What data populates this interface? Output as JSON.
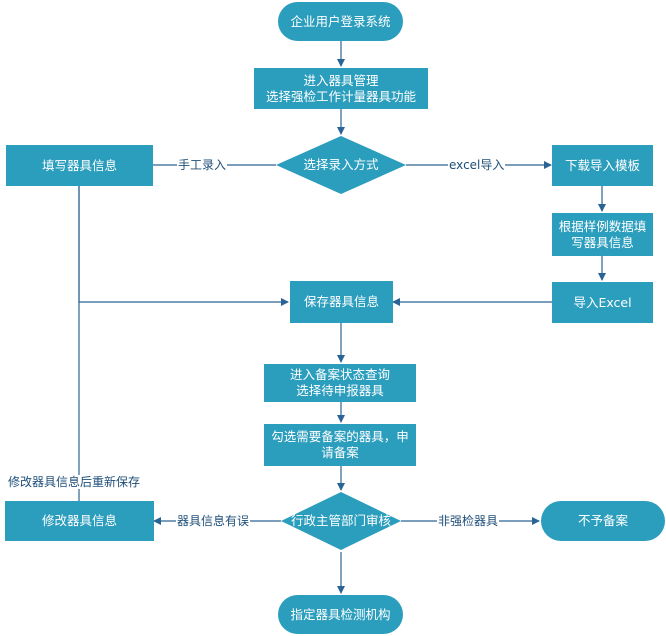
{
  "nodes": {
    "login": "企业用户登录系统",
    "enter": "进入器具管理\n选择强检工作计量器具功能",
    "choose": "选择录入方式",
    "manual_fill": "填写器具信息",
    "download": "下载导入模板",
    "fill_sample": "根据样例数据填\n写器具信息",
    "import_excel": "导入Excel",
    "save": "保存器具信息",
    "query": "进入备案状态查询\n选择待申报器具",
    "apply": "勾选需要备案的器具，申\n请备案",
    "review": "行政主管部门审核",
    "modify": "修改器具信息",
    "reject": "不予备案",
    "assign": "指定器具检测机构"
  },
  "edges": {
    "manual": "手工录入",
    "excel": "excel导入",
    "resave": "修改器具信息后重新保存",
    "error": "器具信息有误",
    "nonmandatory": "非强检器具"
  },
  "colors": {
    "fill": "#2b9dbd",
    "line": "#2a6494",
    "text": "#ffffff",
    "edge_text": "#1e4e78"
  }
}
